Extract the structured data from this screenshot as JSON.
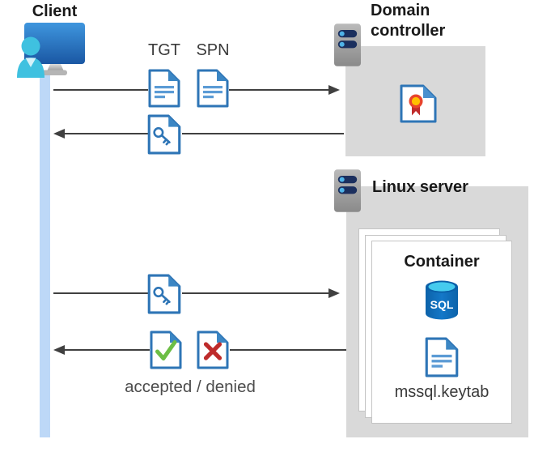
{
  "client": {
    "label": "Client"
  },
  "domain_controller": {
    "title": "Domain controller"
  },
  "linux_server": {
    "title": "Linux server"
  },
  "container": {
    "title": "Container",
    "sql_badge": "SQL",
    "keytab_file": "mssql.keytab"
  },
  "flow": {
    "tgt": "TGT",
    "spn": "SPN",
    "result": "accepted / denied"
  },
  "colors": {
    "document_blue": "#2e75b6",
    "document_lines_blue": "#5b9bd5",
    "arrow_gray": "#404040",
    "lifeline_blue": "#bdd8f7",
    "panel_gray": "#d9d9d9",
    "accept_green": "#6cbe45",
    "deny_red": "#be2b2b",
    "certificate_yellow": "#ffc000",
    "certificate_ring_red": "#e8442c",
    "certificate_ribbon_red": "#c02b2b",
    "sql_body_blue": "#0c62a9",
    "sql_top_cyan": "#45cbee",
    "monitor_blue": "#2e7fd0",
    "person_cyan": "#3fc1e0",
    "server_bar_navy": "#1b2f5e",
    "server_dot_blue": "#4fb3e8"
  }
}
